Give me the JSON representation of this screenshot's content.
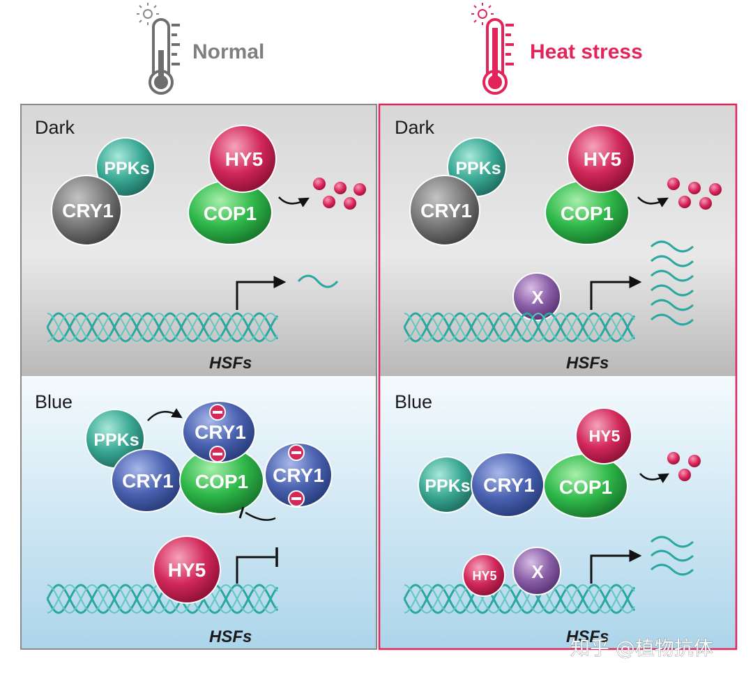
{
  "conditions": {
    "normal": "Normal",
    "heat": "Heat stress"
  },
  "panels": {
    "dark": "Dark",
    "blue": "Blue"
  },
  "molecules": {
    "ppks": "PPKs",
    "cry1": "CRY1",
    "hy5": "HY5",
    "cop1": "COP1",
    "x": "X"
  },
  "gene": "HSFs",
  "watermark": "知乎 @植物抗体",
  "colors": {
    "normal_gray": "#7f7f7f",
    "heat_red": "#e3245a",
    "cry1_dark": "#7d7d7d",
    "cry1_blue": "#4a62b0",
    "ppks": "#3fae9a",
    "hy5": "#d2285a",
    "cop1": "#2fb84a",
    "x": "#8a5ea6",
    "dna": "#2aa7a0"
  }
}
